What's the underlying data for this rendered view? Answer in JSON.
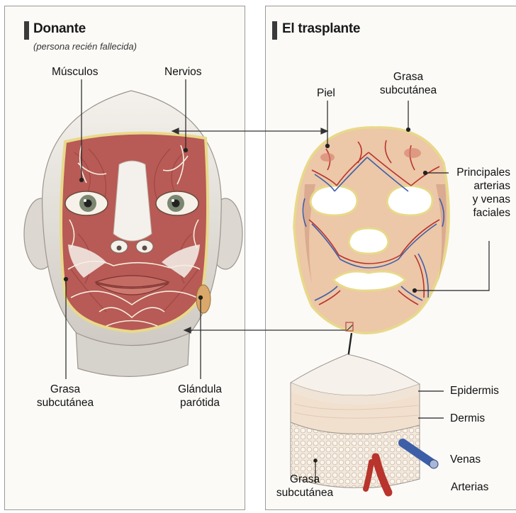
{
  "donor": {
    "title": "Donante",
    "subtitle": "(persona recién fallecida)",
    "labels": {
      "muscles": "Músculos",
      "nerves": "Nervios",
      "fat_line1": "Grasa",
      "fat_line2": "subcutánea",
      "gland_line1": "Glándula",
      "gland_line2": "parótida"
    }
  },
  "transplant": {
    "title": "El trasplante",
    "labels": {
      "skin": "Piel",
      "fat_line1": "Grasa",
      "fat_line2": "subcutánea",
      "vessels_line1": "Principales",
      "vessels_line2": "arterias",
      "vessels_line3": "y venas",
      "vessels_line4": "faciales"
    }
  },
  "skin_section": {
    "labels": {
      "epidermis": "Epidermis",
      "dermis": "Dermis",
      "veins": "Venas",
      "arteries": "Arterias",
      "fat_line1": "Grasa",
      "fat_line2": "subcutánea"
    }
  },
  "colors": {
    "muscle": "#b85a55",
    "skin": "#ecc7a8",
    "fat_outline": "#e8d98a",
    "artery": "#b8342c",
    "vein": "#3d5fa8",
    "nerve": "#f5efe0"
  }
}
